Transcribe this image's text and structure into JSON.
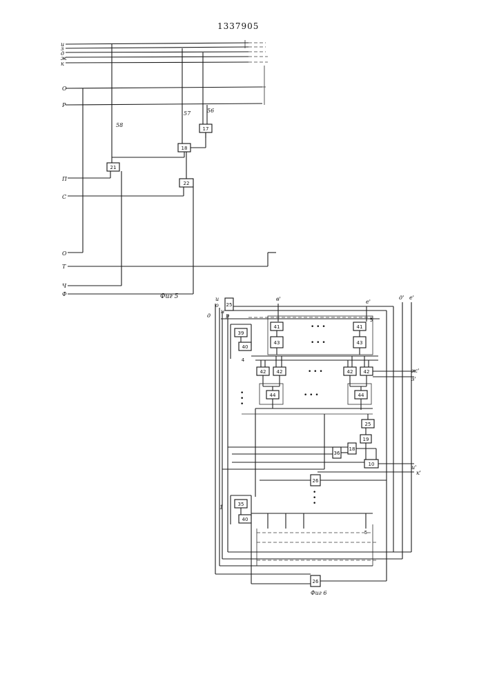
{
  "header": {
    "doc_number": "1337905"
  },
  "fig5": {
    "caption": "Фиг 5",
    "bus_labels": [
      "и",
      "з",
      "д",
      "ж",
      "к"
    ],
    "labels": {
      "o_top": "О",
      "r": "Р",
      "p": "П",
      "c": "С",
      "o_bot": "О",
      "t": "Т",
      "ch": "Ч",
      "f": "Ф"
    },
    "wire_labels": {
      "w58": "58",
      "w57": "57",
      "w56": "56"
    },
    "blocks": {
      "b17": "17",
      "b18": "18",
      "b21": "21",
      "b22": "22"
    }
  },
  "fig6": {
    "caption": "Фиг 6",
    "labels": {
      "and1": "и",
      "and2": "о",
      "and3": "н",
      "and4": "р",
      "d": "д",
      "v_top": "в'",
      "e_top": "е'",
      "d_top": "д'",
      "e2_top": "е'",
      "zh_r": "ж'",
      "z_r": "з'",
      "i_r": "и'",
      "k_r": "к'",
      "num5_top": "5",
      "num4": "4",
      "num1": "1",
      "num5_bot": "5"
    },
    "blocks": {
      "b25a": "25",
      "b39": "39",
      "b40a": "40",
      "b41a": "41",
      "b41b": "41",
      "b43a": "43",
      "b43b": "43",
      "b42a": "42",
      "b42b": "42",
      "b42c": "42",
      "b42d": "42",
      "b44a": "44",
      "b44b": "44",
      "b25b": "25",
      "b19": "19",
      "b18": "18",
      "b36": "36",
      "b10": "10",
      "b26a": "26",
      "b35": "35",
      "b40b": "40",
      "b26b": "26"
    },
    "ellipsis": "• • •"
  }
}
